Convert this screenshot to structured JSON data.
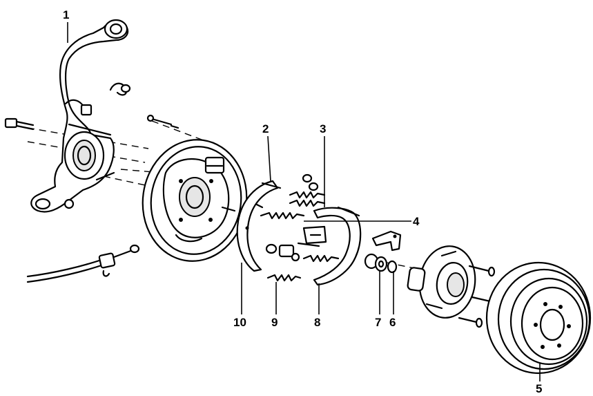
{
  "callouts": [
    {
      "id": "1",
      "text": "1"
    },
    {
      "id": "2",
      "text": "2"
    },
    {
      "id": "3",
      "text": "3"
    },
    {
      "id": "4",
      "text": "4"
    },
    {
      "id": "5",
      "text": "5"
    },
    {
      "id": "6",
      "text": "6"
    },
    {
      "id": "7",
      "text": "7"
    },
    {
      "id": "8",
      "text": "8"
    },
    {
      "id": "9",
      "text": "9"
    },
    {
      "id": "10",
      "text": "10"
    }
  ],
  "colors": {
    "ink": "#000000",
    "paper": "#ffffff"
  }
}
